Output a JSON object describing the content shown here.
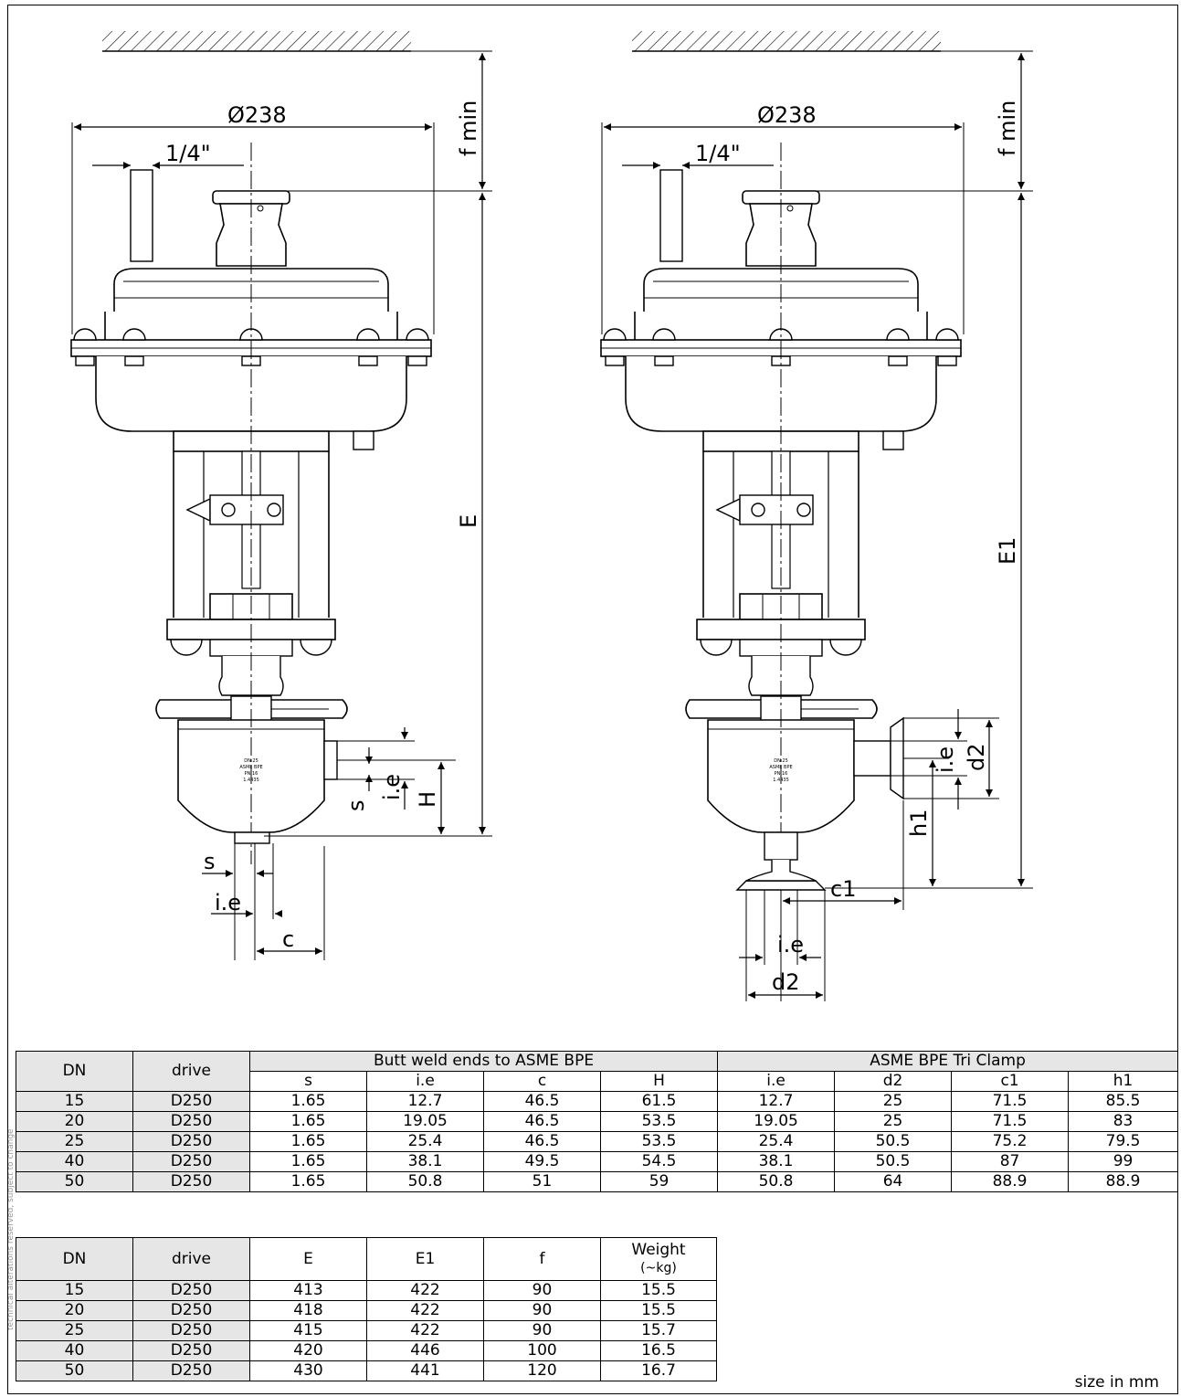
{
  "drawing": {
    "left_view": {
      "diameter": "Ø238",
      "air_port": "1/4\"",
      "f_label": "f min",
      "E_label": "E",
      "H_label": "H",
      "s_label": "s",
      "ie_label": "i.e",
      "c_label": "c"
    },
    "right_view": {
      "diameter": "Ø238",
      "air_port": "1/4\"",
      "f_label": "f min",
      "E1_label": "E1",
      "h1_label": "h1",
      "c1_label": "c1",
      "ie_label": "i.e",
      "d2_label": "d2"
    },
    "body_marking": [
      "DN 25",
      "ASME BPE",
      "PN 16",
      "1.4435"
    ]
  },
  "table1": {
    "col_dn": "DN",
    "col_drive": "drive",
    "group_butt": "Butt weld ends to ASME BPE",
    "group_clamp": "ASME BPE Tri Clamp",
    "butt_cols": [
      "s",
      "i.e",
      "c",
      "H"
    ],
    "clamp_cols": [
      "i.e",
      "d2",
      "c1",
      "h1"
    ],
    "rows": [
      {
        "dn": "15",
        "drive": "D250",
        "s": "1.65",
        "ie": "12.7",
        "c": "46.5",
        "H": "61.5",
        "ie2": "12.7",
        "d2": "25",
        "c1": "71.5",
        "h1": "85.5"
      },
      {
        "dn": "20",
        "drive": "D250",
        "s": "1.65",
        "ie": "19.05",
        "c": "46.5",
        "H": "53.5",
        "ie2": "19.05",
        "d2": "25",
        "c1": "71.5",
        "h1": "83"
      },
      {
        "dn": "25",
        "drive": "D250",
        "s": "1.65",
        "ie": "25.4",
        "c": "46.5",
        "H": "53.5",
        "ie2": "25.4",
        "d2": "50.5",
        "c1": "75.2",
        "h1": "79.5"
      },
      {
        "dn": "40",
        "drive": "D250",
        "s": "1.65",
        "ie": "38.1",
        "c": "49.5",
        "H": "54.5",
        "ie2": "38.1",
        "d2": "50.5",
        "c1": "87",
        "h1": "99"
      },
      {
        "dn": "50",
        "drive": "D250",
        "s": "1.65",
        "ie": "50.8",
        "c": "51",
        "H": "59",
        "ie2": "50.8",
        "d2": "64",
        "c1": "88.9",
        "h1": "88.9"
      }
    ]
  },
  "table2": {
    "cols": [
      "DN",
      "drive",
      "E",
      "E1",
      "f",
      "Weight"
    ],
    "weight_unit": "(~kg)",
    "rows": [
      {
        "dn": "15",
        "drive": "D250",
        "E": "413",
        "E1": "422",
        "f": "90",
        "w": "15.5"
      },
      {
        "dn": "20",
        "drive": "D250",
        "E": "418",
        "E1": "422",
        "f": "90",
        "w": "15.5"
      },
      {
        "dn": "25",
        "drive": "D250",
        "E": "415",
        "E1": "422",
        "f": "90",
        "w": "15.7"
      },
      {
        "dn": "40",
        "drive": "D250",
        "E": "420",
        "E1": "446",
        "f": "100",
        "w": "16.5"
      },
      {
        "dn": "50",
        "drive": "D250",
        "E": "430",
        "E1": "441",
        "f": "120",
        "w": "16.7"
      }
    ]
  },
  "size_note": "size in mm",
  "edge_note": "technical alterations reserved, subject to change"
}
